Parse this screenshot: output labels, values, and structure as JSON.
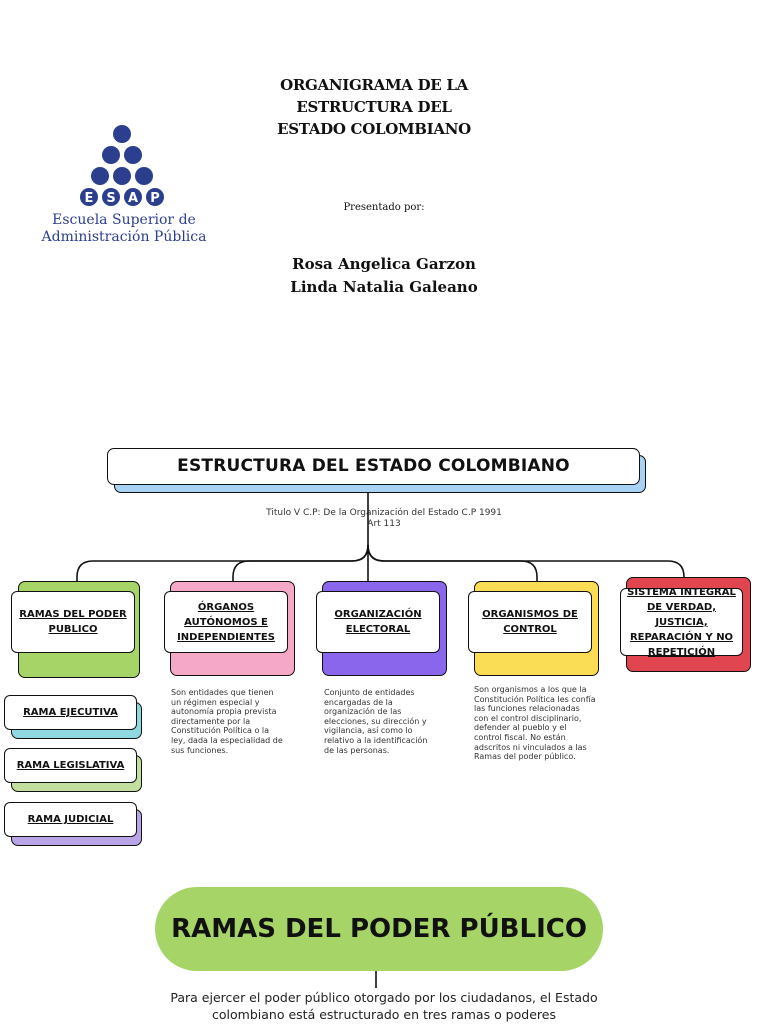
{
  "header": {
    "title_line1": "ORGANIGRAMA DE LA",
    "title_line2": "ESTRUCTURA DEL",
    "title_line3": "ESTADO COLOMBIANO",
    "presented_by": "Presentado por:",
    "author1": "Rosa Angelica Garzon",
    "author2": "Linda Natalia Galeano"
  },
  "logo": {
    "acronym": "ESAP",
    "name_line1": "Escuela Superior de",
    "name_line2": "Administración Pública",
    "color": "#2c3f8f"
  },
  "chart": {
    "main_title": "ESTRUCTURA DEL ESTADO COLOMBIANO",
    "subtitle_line1": "Titulo V C.P: De la Organización del Estado C.P 1991",
    "subtitle_line2": "Art 113",
    "nodes": [
      {
        "label": "RAMAS DEL PODER PUBLICO",
        "color": "#a6d466"
      },
      {
        "label": "ÓRGANOS AUTÓNOMOS E INDEPENDIENTES",
        "color": "#f6a8c8",
        "description": "Son entidades que tienen un régimen especial y autonomía propia prevista directamente por la Constitución Política o la ley, dada la especialidad de sus funciones."
      },
      {
        "label": "ORGANIZACIÓN ELECTORAL",
        "color": "#8a66ec",
        "description": "Conjunto de entidades encargadas de la organización de las elecciones, su dirección y vigilancia, así como lo relativo a la identificación de las personas."
      },
      {
        "label": "ORGANISMOS DE CONTROL",
        "color": "#fbdc55",
        "description": "Son organismos a los que la Constitución Política les confía las funciones relacionadas con el control disciplinario, defender al pueblo y el control fiscal. No están adscritos ni vinculados a las Ramas del poder público."
      },
      {
        "label": "SISTEMA INTEGRAL DE VERDAD, JUSTICIA, REPARACIÓN Y NO REPETICIÓN",
        "color": "#e04550"
      }
    ],
    "branches": [
      {
        "label": "RAMA EJECUTIVA",
        "color": "#8fd8e0"
      },
      {
        "label": "RAMA LEGISLATIVA",
        "color": "#c2dfa0"
      },
      {
        "label": "RAMA JUDICIAL",
        "color": "#b9a4e6"
      }
    ]
  },
  "section": {
    "title": "RAMAS DEL PODER PÚBLICO",
    "text_line1": "Para ejercer el poder público otorgado por los ciudadanos, el Estado",
    "text_line2": "colombiano está estructurado en tres ramas o poderes",
    "color": "#a6d466"
  }
}
